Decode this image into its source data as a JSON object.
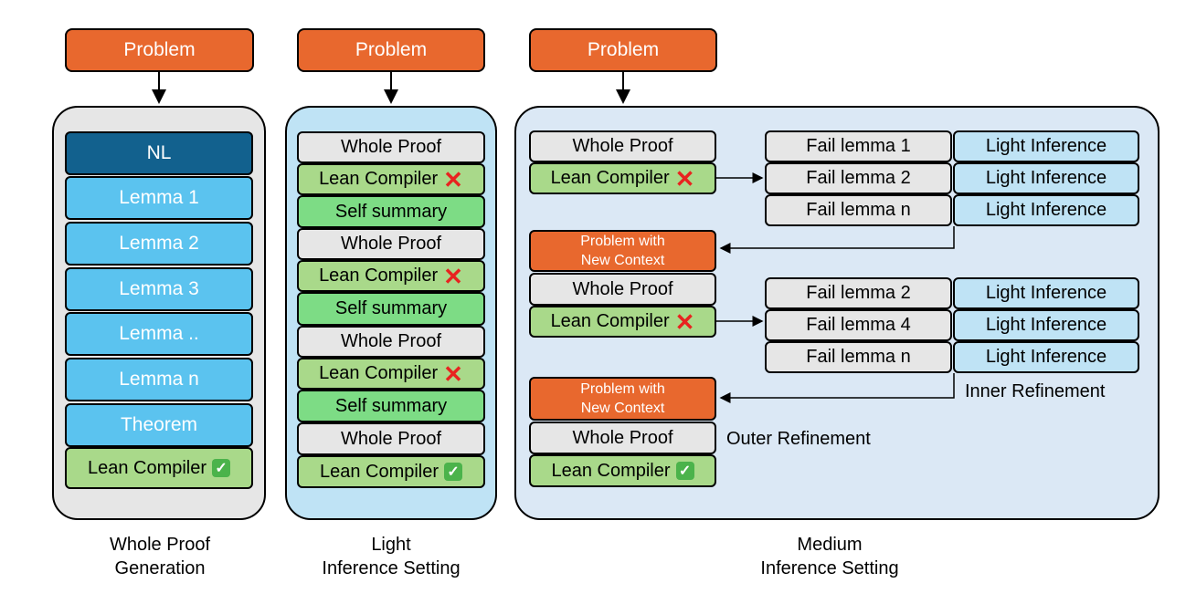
{
  "columns": {
    "whole": {
      "problem": "Problem",
      "items": [
        "NL",
        "Lemma 1",
        "Lemma 2",
        "Lemma 3",
        "Lemma ..",
        "Lemma n",
        "Theorem"
      ],
      "compiler": "Lean Compiler",
      "caption_line1": "Whole Proof",
      "caption_line2": "Generation"
    },
    "light": {
      "problem": "Problem",
      "steps": [
        "Whole Proof",
        "Lean Compiler",
        "Self summary",
        "Whole Proof",
        "Lean Compiler",
        "Self summary",
        "Whole Proof",
        "Lean Compiler",
        "Self summary",
        "Whole Proof",
        "Lean Compiler"
      ],
      "caption_line1": "Light",
      "caption_line2": "Inference Setting"
    },
    "medium": {
      "problem": "Problem",
      "whole_proof": "Whole Proof",
      "compiler": "Lean Compiler",
      "new_context_line1": "Problem with",
      "new_context_line2": "New Context",
      "round1_fails": [
        "Fail lemma 1",
        "Fail lemma 2",
        "Fail lemma n"
      ],
      "round2_fails": [
        "Fail lemma 2",
        "Fail lemma 4",
        "Fail lemma n"
      ],
      "light_inference": "Light Inference",
      "inner_refinement": "Inner Refinement",
      "outer_refinement": "Outer Refinement",
      "caption_line1": "Medium",
      "caption_line2": "Inference Setting"
    }
  },
  "marks": {
    "fail": "✕",
    "pass": "✓"
  },
  "colors": {
    "problem": "#e8682e",
    "nl": "#12618e",
    "lemma": "#5bc3ef",
    "compiler": "#a9d98a",
    "summary": "#7ddc85",
    "light_inference": "#bfe3f5",
    "whole_panel": "#e6e6e6",
    "light_panel": "#bfe3f5",
    "medium_panel": "#dbe8f5"
  }
}
